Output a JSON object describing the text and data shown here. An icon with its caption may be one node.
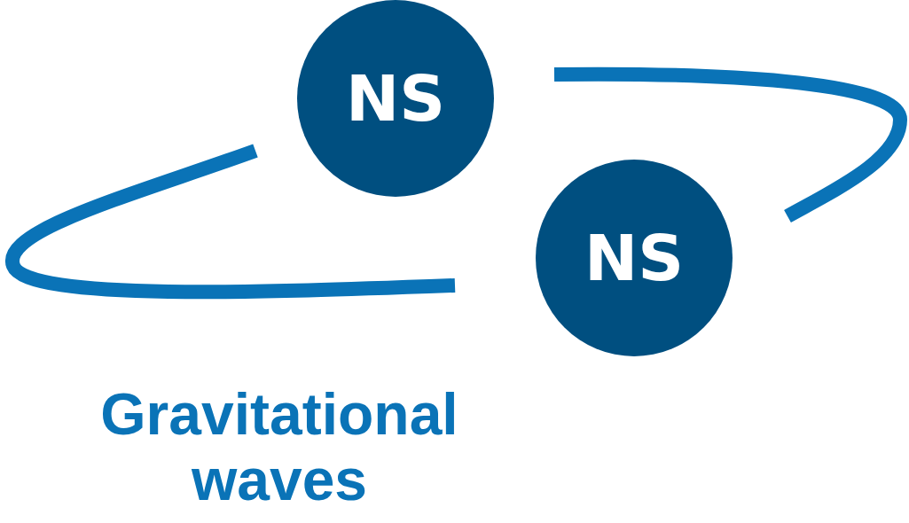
{
  "diagram": {
    "nodes": [
      {
        "text": [
          "NS"
        ]
      },
      {
        "text": [
          "NS"
        ]
      }
    ],
    "labels": [
      "Gravitational waves"
    ]
  }
}
